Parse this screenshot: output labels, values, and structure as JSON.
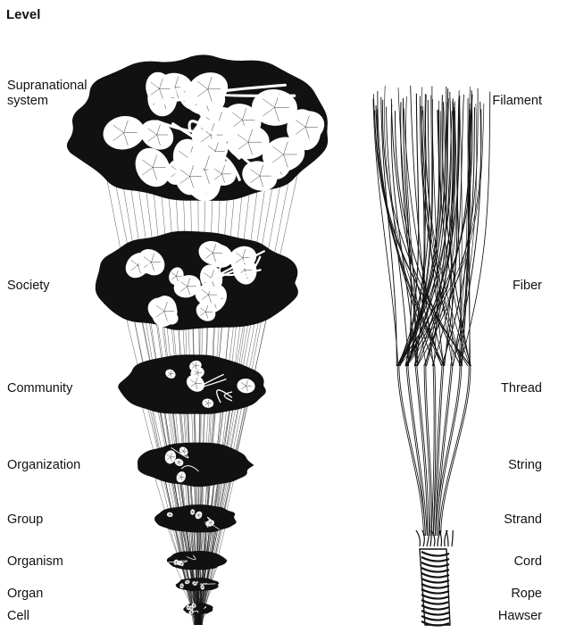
{
  "heading": "Level",
  "levels": [
    "Supranational\nsystem",
    "Society",
    "Community",
    "Organization",
    "Group",
    "Organism",
    "Organ",
    "Cell"
  ],
  "rope_stages": [
    "Filament",
    "Fiber",
    "Thread",
    "String",
    "Strand",
    "Cord",
    "Rope",
    "Hawser"
  ],
  "colors": {
    "ink": "#111111",
    "paper": "#ffffff"
  }
}
